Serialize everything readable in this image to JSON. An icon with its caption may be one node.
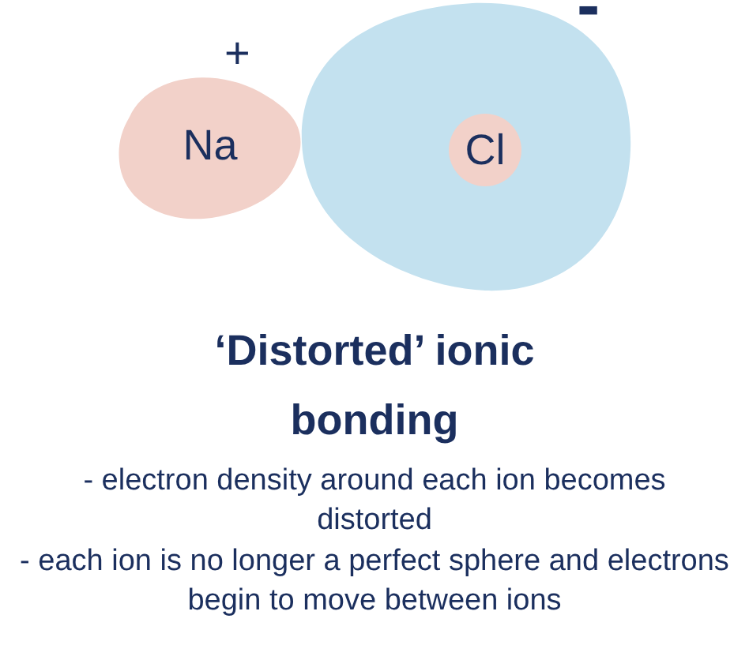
{
  "diagram": {
    "title": "‘Distorted’ ionic bonding",
    "nodes": [
      {
        "text": [
          "Na"
        ],
        "beside": [
          "+"
        ]
      },
      {
        "text": [],
        "shape": "cloud",
        "beside": [
          "-"
        ]
      },
      {
        "text": [
          "Cl"
        ],
        "in": 1
      }
    ],
    "labels": [
      "- electron density around each ion becomes distorted",
      "- each ion is no longer a perfect sphere and electrons begin to move between ions"
    ]
  }
}
